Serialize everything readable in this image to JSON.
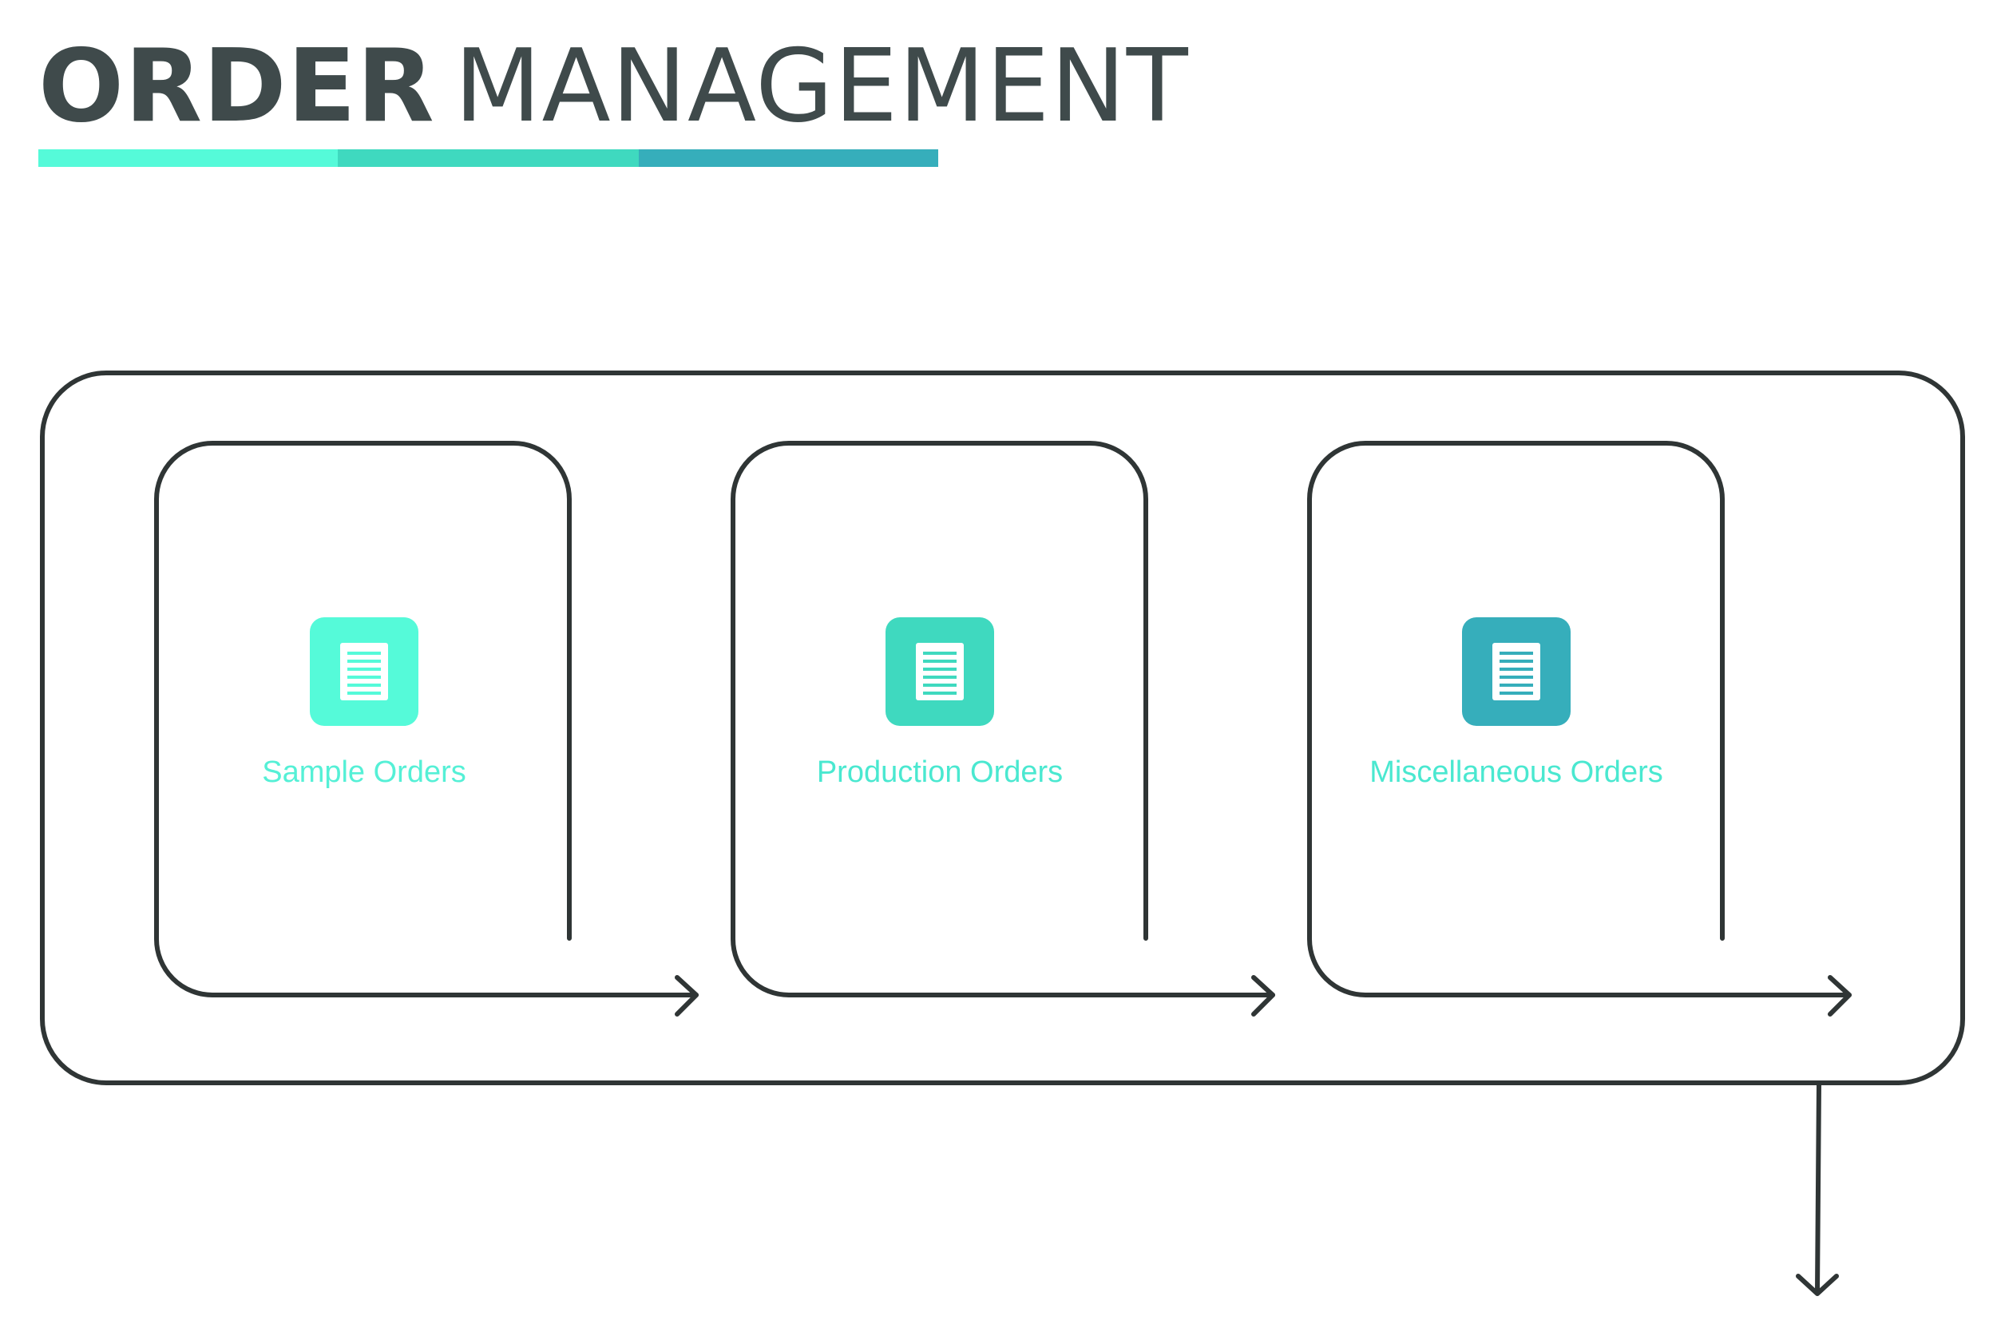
{
  "title": {
    "bold": "ORDER",
    "light": "MANAGEMENT"
  },
  "title_bar_colors": [
    "#55fad9",
    "#3fd9bf",
    "#36aebb"
  ],
  "line_color": "#2f3535",
  "cards": [
    {
      "label": "Sample Orders",
      "icon": "document-icon",
      "icon_color": "#55fad9",
      "label_color": "#55f0d6"
    },
    {
      "label": "Production Orders",
      "icon": "document-icon",
      "icon_color": "#3fd9bf",
      "label_color": "#4ae8d0"
    },
    {
      "label": "Miscellaneous Orders",
      "icon": "document-icon",
      "icon_color": "#36aebb",
      "label_color": "#4ae8d0"
    }
  ]
}
